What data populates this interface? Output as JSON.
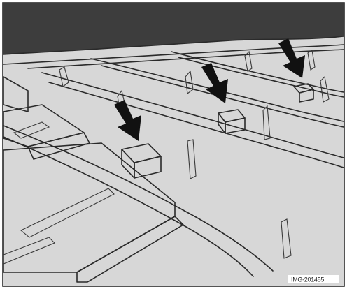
{
  "figure": {
    "caption_id": "IMG-201455",
    "colors": {
      "sky": "#3d3d3d",
      "tread": "#d7d7d7",
      "tread_shadow": "#bdbdbd",
      "indicator": "#7a7a7a",
      "indicator_top": "#9a9a9a",
      "arrow": "#111111",
      "line": "#2a2a2a"
    },
    "arrows": [
      {
        "name": "arrow-front",
        "points_to": "tread-wear-indicator-front"
      },
      {
        "name": "arrow-middle",
        "points_to": "tread-wear-indicator-middle"
      },
      {
        "name": "arrow-rear",
        "points_to": "tread-wear-indicator-rear"
      }
    ]
  }
}
